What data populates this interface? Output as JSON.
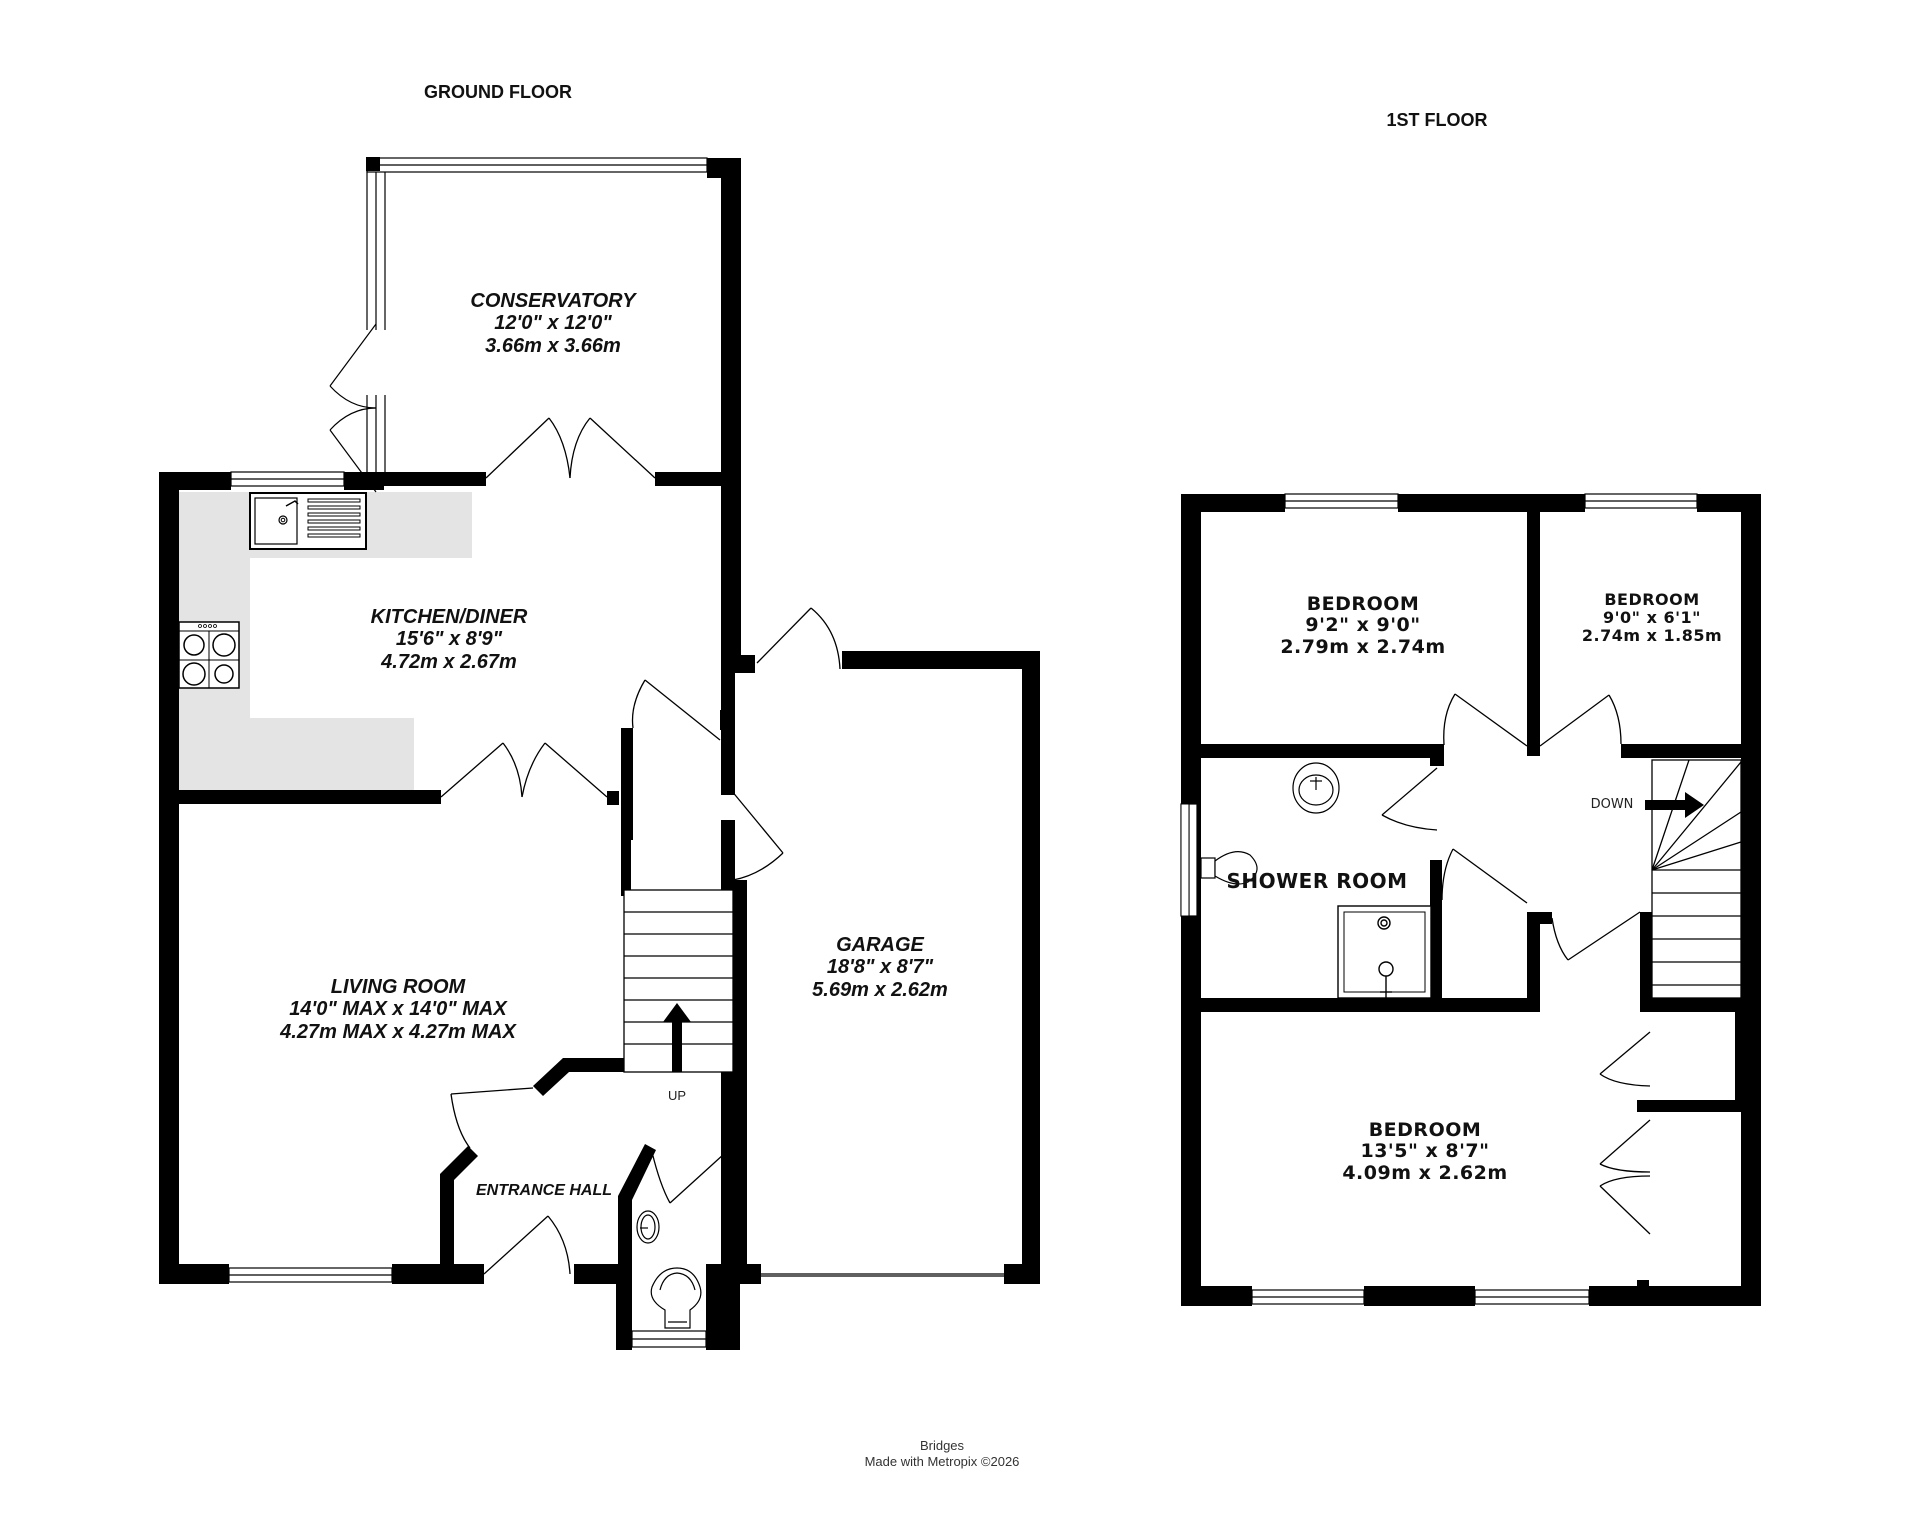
{
  "floors": [
    {
      "title": "GROUND FLOOR",
      "rooms": [
        {
          "name": "CONSERVATORY",
          "imperial": "12'0\"  x 12'0\"",
          "metric": "3.66m  x 3.66m"
        },
        {
          "name": "KITCHEN/DINER",
          "imperial": "15'6\"  x 8'9\"",
          "metric": "4.72m  x 2.67m"
        },
        {
          "name": "LIVING ROOM",
          "imperial": "14'0\" MAX x 14'0\" MAX",
          "metric": "4.27m MAX x 4.27m MAX"
        },
        {
          "name": "GARAGE",
          "imperial": "18'8\"  x 8'7\"",
          "metric": "5.69m  x 2.62m"
        },
        {
          "name": "ENTRANCE HALL"
        }
      ],
      "stair_label": "UP"
    },
    {
      "title": "1ST FLOOR",
      "rooms": [
        {
          "name": "BEDROOM",
          "imperial": "9'2\"  x 9'0\"",
          "metric": "2.79m  x 2.74m"
        },
        {
          "name": "BEDROOM",
          "imperial": "9'0\"  x 6'1\"",
          "metric": "2.74m  x 1.85m"
        },
        {
          "name": "SHOWER ROOM"
        },
        {
          "name": "BEDROOM",
          "imperial": "13'5\"  x 8'7\"",
          "metric": "4.09m  x 2.62m"
        }
      ],
      "stair_label": "DOWN"
    }
  ],
  "footer": {
    "agent": "Bridges",
    "credit": "Made with Metropix ©2026"
  },
  "colors": {
    "wall": "#000000",
    "counter": "#e4e4e4",
    "background": "#ffffff"
  }
}
